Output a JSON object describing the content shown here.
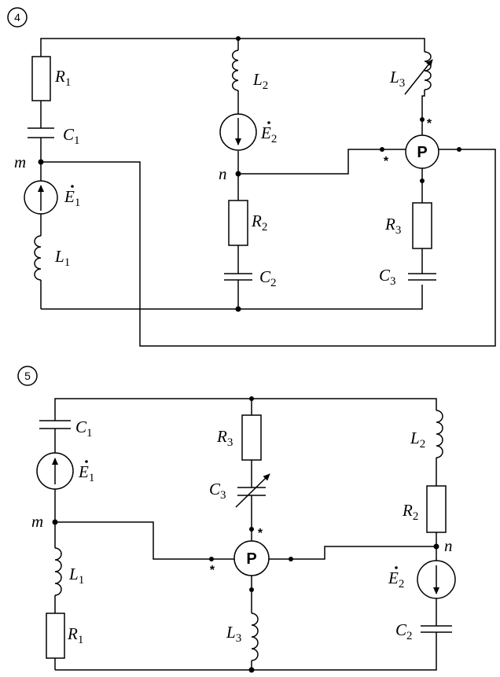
{
  "diagram4": {
    "number": "4",
    "labels": {
      "R1": {
        "main": "R",
        "sub": "1"
      },
      "C1": {
        "main": "C",
        "sub": "1"
      },
      "E1": {
        "main": "E",
        "sub": "1"
      },
      "L1": {
        "main": "L",
        "sub": "1"
      },
      "L2": {
        "main": "L",
        "sub": "2"
      },
      "E2": {
        "main": "E",
        "sub": "2"
      },
      "R2": {
        "main": "R",
        "sub": "2"
      },
      "C2": {
        "main": "C",
        "sub": "2"
      },
      "L3": {
        "main": "L",
        "sub": "3"
      },
      "R3": {
        "main": "R",
        "sub": "3"
      },
      "C3": {
        "main": "C",
        "sub": "3"
      }
    },
    "nodes": {
      "m": "m",
      "n": "n"
    },
    "wattmeter": "P",
    "star": "*"
  },
  "diagram5": {
    "number": "5",
    "labels": {
      "C1": {
        "main": "C",
        "sub": "1"
      },
      "E1": {
        "main": "E",
        "sub": "1"
      },
      "L1": {
        "main": "L",
        "sub": "1"
      },
      "R1": {
        "main": "R",
        "sub": "1"
      },
      "R3": {
        "main": "R",
        "sub": "3"
      },
      "C3": {
        "main": "C",
        "sub": "3"
      },
      "L3": {
        "main": "L",
        "sub": "3"
      },
      "L2": {
        "main": "L",
        "sub": "2"
      },
      "R2": {
        "main": "R",
        "sub": "2"
      },
      "E2": {
        "main": "E",
        "sub": "2"
      },
      "C2": {
        "main": "C",
        "sub": "2"
      }
    },
    "nodes": {
      "m": "m",
      "n": "n"
    },
    "wattmeter": "P",
    "star": "*"
  }
}
